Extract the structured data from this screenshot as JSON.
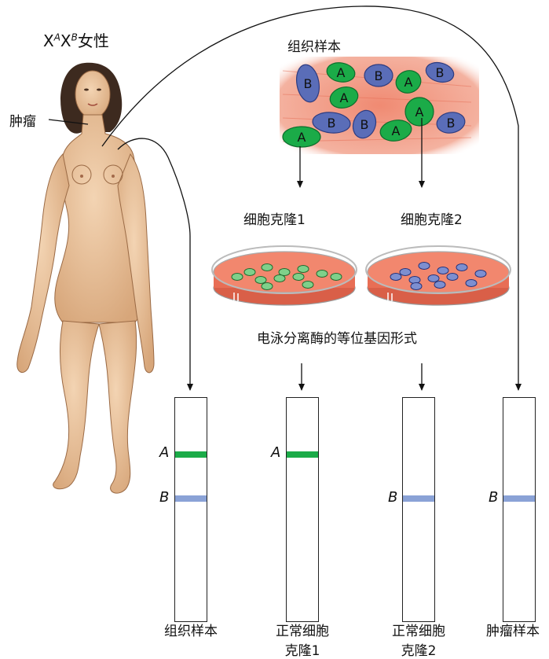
{
  "woman": {
    "genotype_x1": "X",
    "genotype_a": "A",
    "genotype_x2": "X",
    "genotype_b": "B",
    "genotype_rest": "女性",
    "tumor_label": "肿瘤"
  },
  "tissue": {
    "title": "组织样本",
    "cell_labels": [
      "B",
      "A",
      "B",
      "A",
      "B",
      "A",
      "B",
      "B",
      "A",
      "B",
      "A",
      "A"
    ]
  },
  "clones": {
    "clone1": "细胞克隆1",
    "clone2": "细胞克隆2"
  },
  "electrophoresis_title": "电泳分离酶的等位基因形式",
  "gels": [
    {
      "caption_line1": "组织样本",
      "caption_line2": "",
      "band_a_label": "A",
      "band_b_label": "B"
    },
    {
      "caption_line1": "正常细胞",
      "caption_line2": "克隆1",
      "band_a_label": "A",
      "band_b_label": ""
    },
    {
      "caption_line1": "正常细胞",
      "caption_line2": "克隆2",
      "band_a_label": "",
      "band_b_label": "B"
    },
    {
      "caption_line1": "肿瘤样本",
      "caption_line2": "",
      "band_a_label": "",
      "band_b_label": "B"
    }
  ],
  "colors": {
    "allele_a": "#1bab48",
    "allele_b": "#8aa2d6",
    "tissue_bg": "#f29980",
    "dish_medium": "#f0846c",
    "skin": "#e9c39c"
  }
}
